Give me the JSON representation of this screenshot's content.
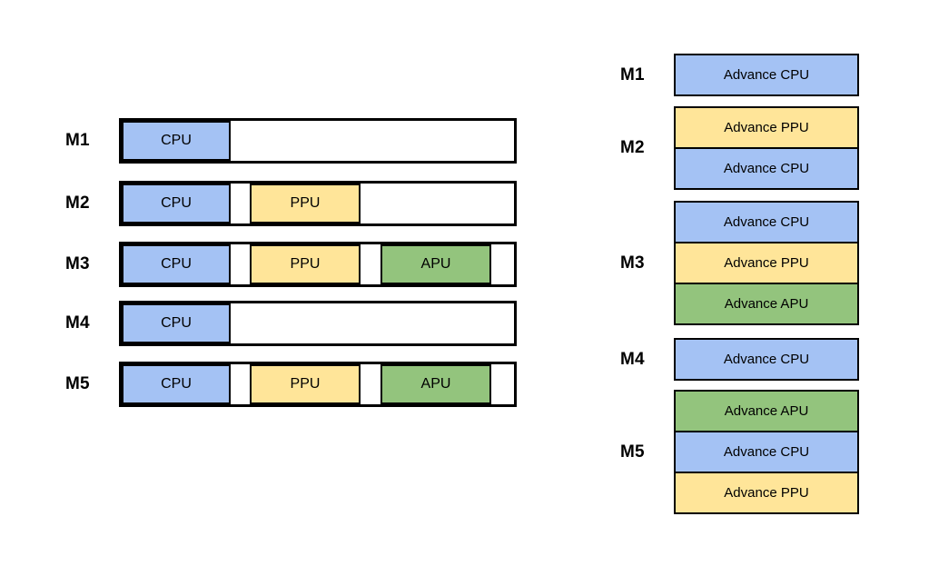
{
  "page": {
    "background": "#ffffff",
    "border_color": "#000000",
    "text_color": "#000000"
  },
  "colors": {
    "cpu": "#a4c2f4",
    "ppu": "#ffe599",
    "apu": "#93c47d",
    "empty": "#ffffff"
  },
  "left_diagram": {
    "rows": [
      {
        "label": "M1",
        "segments": [
          {
            "label": "CPU",
            "type": "cpu"
          }
        ]
      },
      {
        "label": "M2",
        "segments": [
          {
            "label": "CPU",
            "type": "cpu"
          },
          {
            "label": "PPU",
            "type": "ppu"
          }
        ]
      },
      {
        "label": "M3",
        "segments": [
          {
            "label": "CPU",
            "type": "cpu"
          },
          {
            "label": "PPU",
            "type": "ppu"
          },
          {
            "label": "APU",
            "type": "apu"
          }
        ]
      },
      {
        "label": "M4",
        "segments": [
          {
            "label": "CPU",
            "type": "cpu"
          }
        ]
      },
      {
        "label": "M5",
        "segments": [
          {
            "label": "CPU",
            "type": "cpu"
          },
          {
            "label": "PPU",
            "type": "ppu"
          },
          {
            "label": "APU",
            "type": "apu"
          }
        ]
      }
    ]
  },
  "right_diagram": {
    "groups": [
      {
        "label": "M1",
        "boxes": [
          {
            "label": "Advance CPU",
            "type": "cpu"
          }
        ]
      },
      {
        "label": "M2",
        "boxes": [
          {
            "label": "Advance PPU",
            "type": "ppu"
          },
          {
            "label": "Advance CPU",
            "type": "cpu"
          }
        ]
      },
      {
        "label": "M3",
        "boxes": [
          {
            "label": "Advance CPU",
            "type": "cpu"
          },
          {
            "label": "Advance PPU",
            "type": "ppu"
          },
          {
            "label": "Advance APU",
            "type": "apu"
          }
        ]
      },
      {
        "label": "M4",
        "boxes": [
          {
            "label": "Advance CPU",
            "type": "cpu"
          }
        ]
      },
      {
        "label": "M5",
        "boxes": [
          {
            "label": "Advance APU",
            "type": "apu"
          },
          {
            "label": "Advance CPU",
            "type": "cpu"
          },
          {
            "label": "Advance PPU",
            "type": "ppu"
          }
        ]
      }
    ]
  }
}
